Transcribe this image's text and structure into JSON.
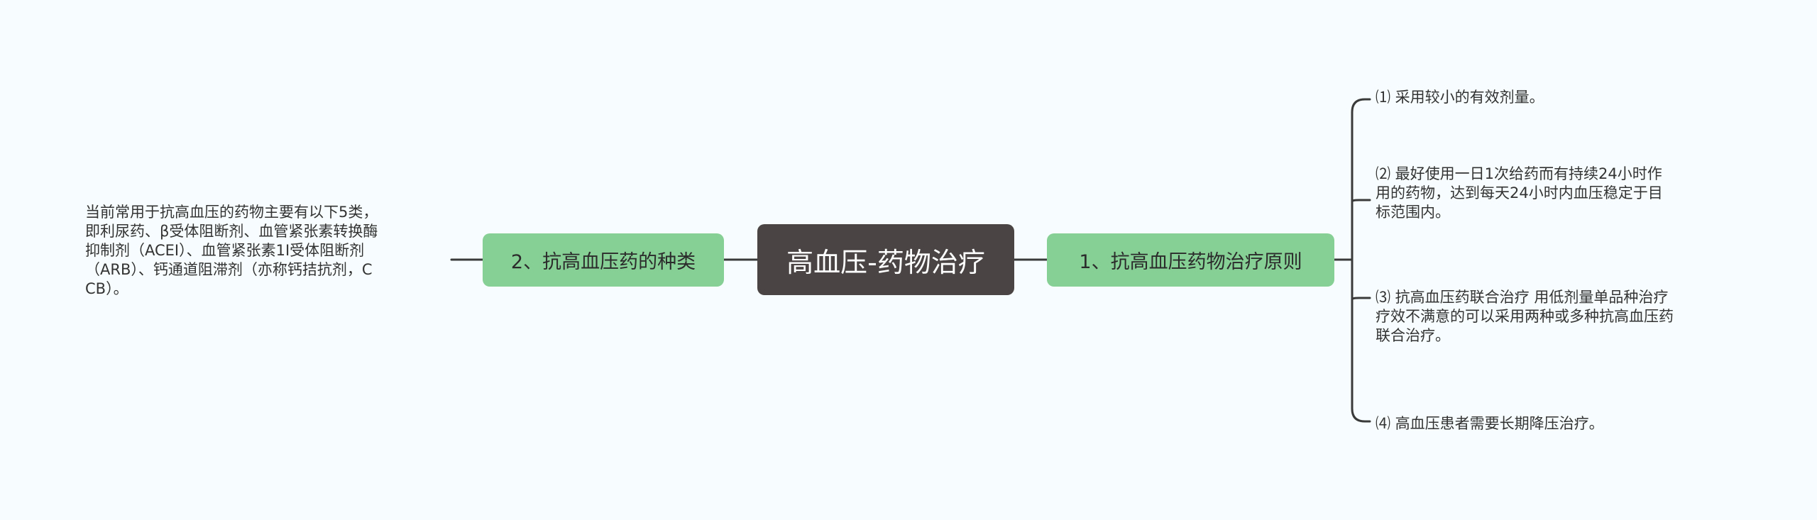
{
  "root": {
    "label": "高血压-药物治疗"
  },
  "branches": [
    {
      "label": "1、抗高血压药物治疗原则",
      "children": [
        {
          "lines": [
            "⑴ 采用较小的有效剂量。"
          ]
        },
        {
          "lines": [
            "⑵ 最好使用一日1次给药而有持续24小时作",
            "用的药物，达到每天24小时内血压稳定于目",
            "标范围内。"
          ]
        },
        {
          "lines": [
            "⑶ 抗高血压药联合治疗 用低剂量单品种治疗",
            "疗效不满意的可以采用两种或多种抗高血压药",
            "联合治疗。"
          ]
        },
        {
          "lines": [
            "⑷ 高血压患者需要长期降压治疗。"
          ]
        }
      ]
    },
    {
      "label": "2、抗高血压药的种类",
      "children": [
        {
          "lines": [
            "当前常用于抗高血压的药物主要有以下5类，",
            "即利尿药、β受体阻断剂、血管紧张素转换酶",
            "抑制剂（ACEI）、血管紧张素1I受体阻断剂",
            "（ARB）、钙通道阻滞剂（亦称钙拮抗剂，C",
            "CB）。"
          ]
        }
      ]
    }
  ],
  "colors": {
    "background": "#f7fdfe",
    "root_fill": "#4a4544",
    "branch_fill": "#86cf95",
    "connector": "#3a3a3a"
  }
}
